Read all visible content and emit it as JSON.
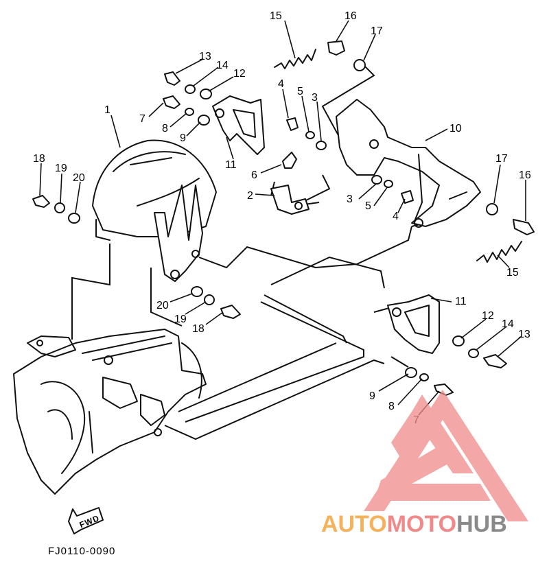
{
  "diagram": {
    "drawing_code": "FJ0110-0090",
    "direction_arrow": "FWD",
    "callouts": {
      "c1": "1",
      "c2": "2",
      "c3a": "3",
      "c3b": "3",
      "c4a": "4",
      "c4b": "4",
      "c5a": "5",
      "c5b": "5",
      "c6": "6",
      "c7a": "7",
      "c7b": "7",
      "c8a": "8",
      "c8b": "8",
      "c9a": "9",
      "c9b": "9",
      "c10": "10",
      "c11a": "11",
      "c11b": "11",
      "c12a": "12",
      "c12b": "12",
      "c13a": "13",
      "c13b": "13",
      "c14a": "14",
      "c14b": "14",
      "c15a": "15",
      "c15b": "15",
      "c16a": "16",
      "c16b": "16",
      "c17a": "17",
      "c17b": "17",
      "c18a": "18",
      "c18b": "18",
      "c19a": "19",
      "c19b": "19",
      "c20a": "20",
      "c20b": "20"
    }
  },
  "watermark": {
    "logo": "automotohub-triangle-logo",
    "text_part1": "AUTO",
    "text_part2": "MOTO",
    "text_part3": "HUB",
    "color_part1": "#f5b25a",
    "color_part2": "#f08a8a",
    "color_part3": "#8a8a8a"
  }
}
